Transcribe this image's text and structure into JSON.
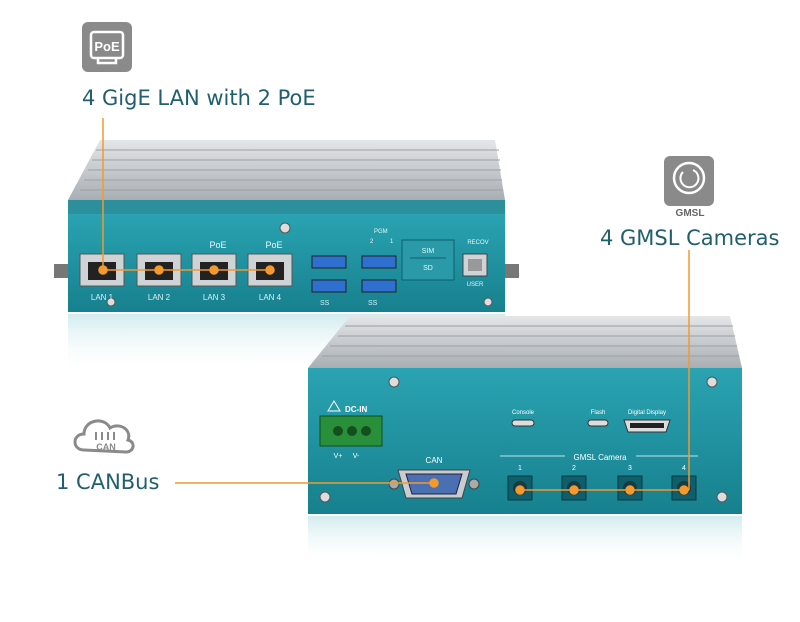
{
  "callouts": {
    "lan": {
      "text": "4 GigE LAN with 2 PoE",
      "icon": "poe-icon",
      "icon_text": "PoE"
    },
    "gmsl": {
      "text": "4 GMSL Cameras",
      "icon": "gmsl-camera-icon",
      "icon_text": "GMSL"
    },
    "can": {
      "text": "1 CANBus",
      "icon": "can-cloud-icon",
      "icon_text": "CAN"
    }
  },
  "front_panel": {
    "lan_ports": [
      "LAN 1",
      "LAN 2",
      "LAN 3",
      "LAN 4"
    ],
    "poe_labels": [
      "PoE",
      "PoE"
    ],
    "pgm_label": "PGM",
    "pgm_numbers": [
      "2",
      "1"
    ],
    "sim_label": "SIM",
    "sd_label": "SD",
    "recov_label": "RECOV",
    "user_label": "USER",
    "usb_label": "SS"
  },
  "rear_panel": {
    "dcin_label": "DC-IN",
    "dcin_pins": [
      "V+",
      "V-"
    ],
    "console_label": "Console",
    "flash_label": "Flash",
    "display_label": "Digital Display",
    "can_label": "CAN",
    "gmsl_label": "GMSL Camera",
    "gmsl_numbers": [
      "1",
      "2",
      "3",
      "4"
    ]
  },
  "colors": {
    "panel": "#1f8f9e",
    "heatsink": "#c9cdd1",
    "accent": "#f29a2e",
    "text": "#1f5f6e"
  }
}
